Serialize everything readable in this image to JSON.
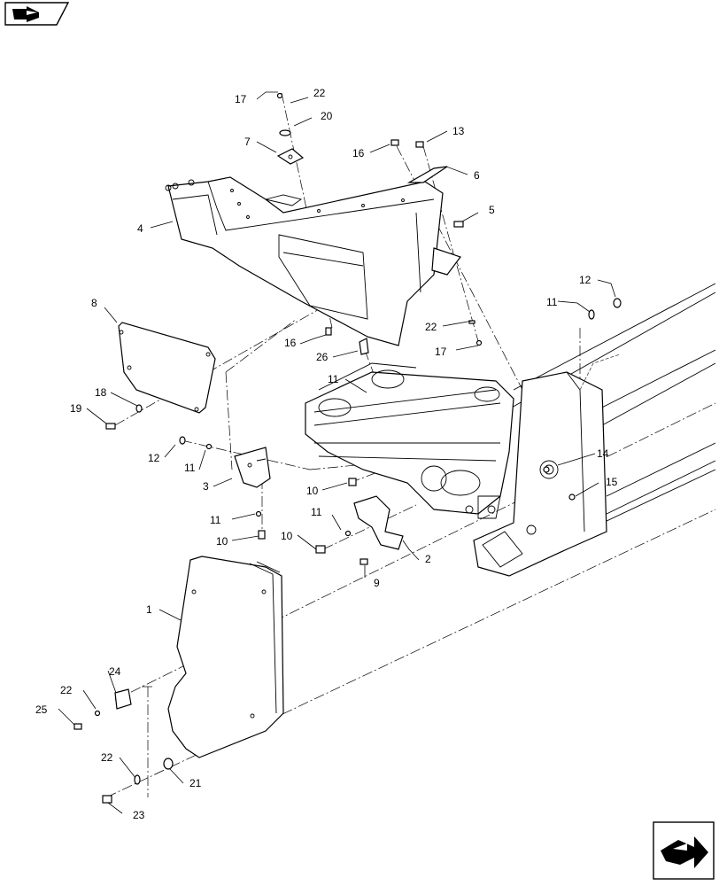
{
  "nav": {
    "top_left_icon": "previous-page-arrow-icon",
    "bottom_right_icon": "next-page-arrow-icon"
  },
  "callouts": [
    "1",
    "2",
    "3",
    "4",
    "5",
    "6",
    "7",
    "8",
    "9",
    "10",
    "11",
    "12",
    "13",
    "14",
    "15",
    "16",
    "17",
    "18",
    "19",
    "20",
    "21",
    "22",
    "23",
    "24",
    "25",
    "26"
  ]
}
